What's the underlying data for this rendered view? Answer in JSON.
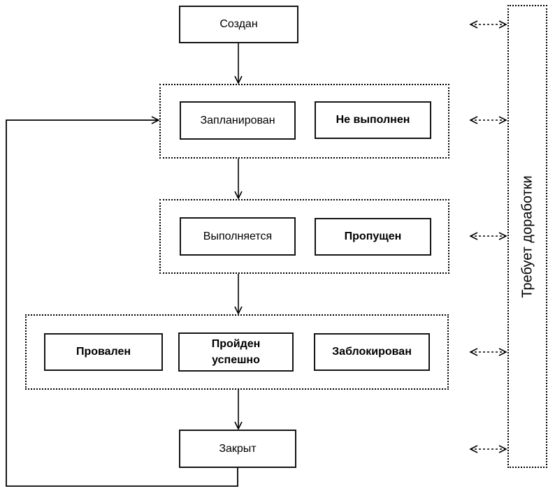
{
  "states": {
    "created": "Создан",
    "planned": "Запланирован",
    "not_executed": "Не выполнен",
    "in_progress": "Выполняется",
    "skipped": "Пропущен",
    "failed": "Провален",
    "passed_successfully": "Пройден успешно",
    "blocked": "Заблокирован",
    "closed": "Закрыт"
  },
  "side_label": "Требует доработки",
  "colors": {
    "stroke": "#000000",
    "background": "#ffffff",
    "node_fill": "#ffffff"
  }
}
